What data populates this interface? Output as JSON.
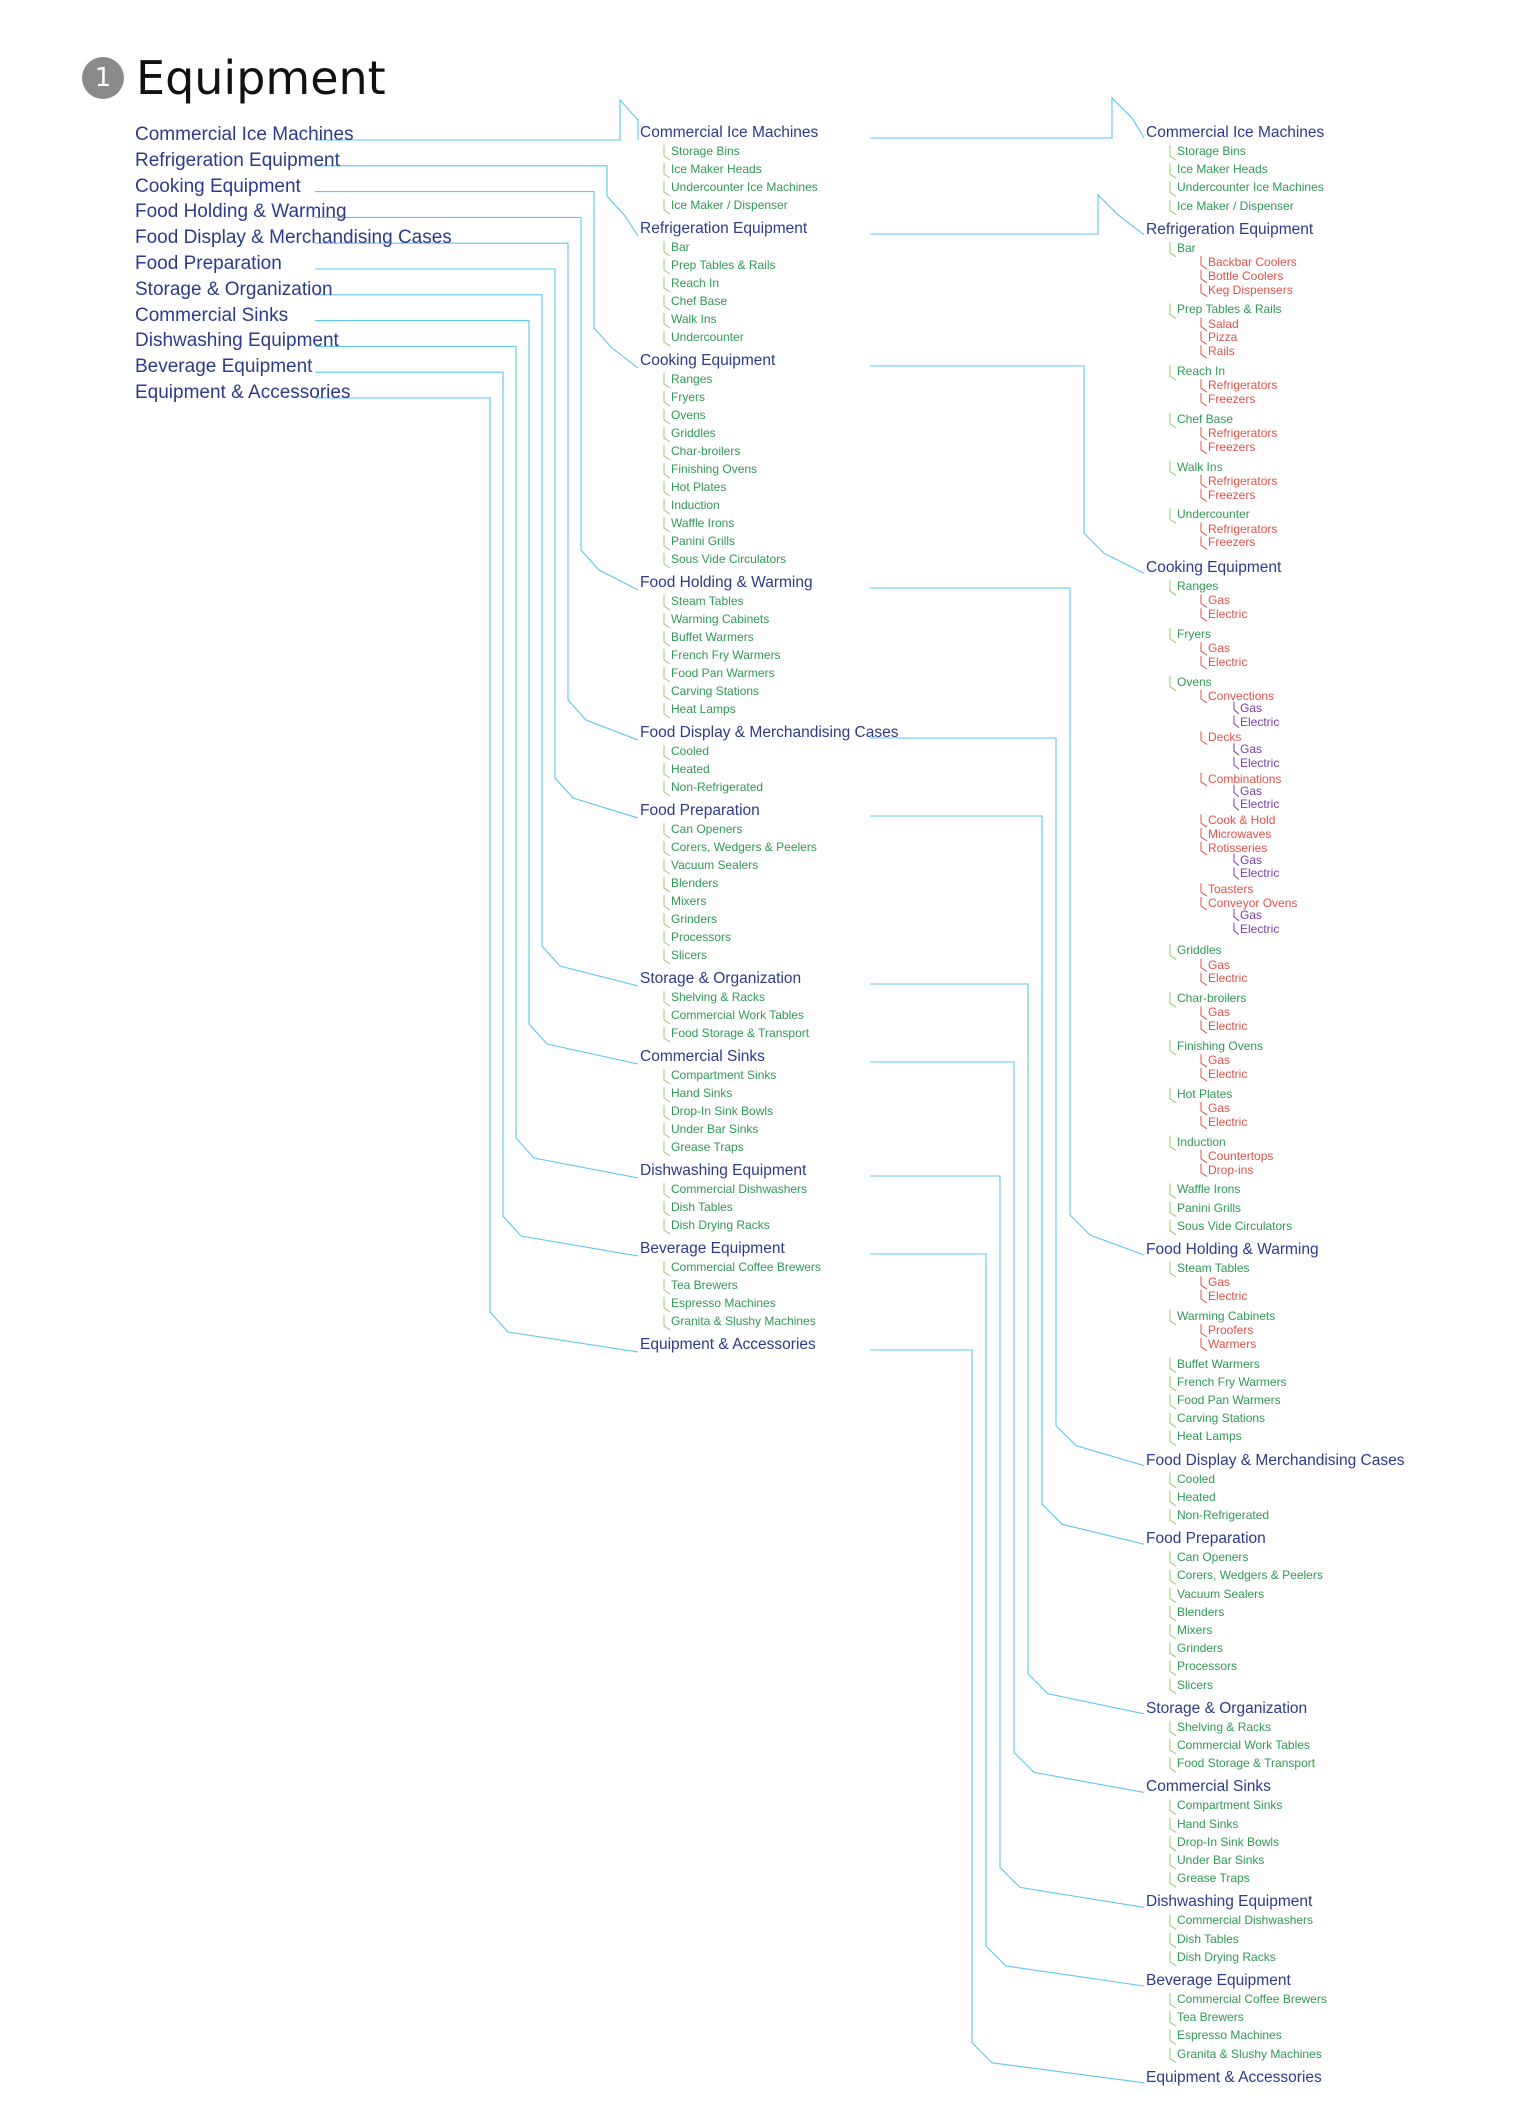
{
  "page": {
    "step": "1",
    "title": "Equipment"
  },
  "colors": {
    "connector": "#5ec6ee",
    "category": "#2e3a8c",
    "subcategory": "#2e9a55",
    "subcategory_line": "#9bc96a",
    "third_level": "#e0524a",
    "fourth_level": "#7a3fa8"
  },
  "tree": [
    {
      "name": "Commercial Ice Machines",
      "children": [
        {
          "name": "Storage Bins"
        },
        {
          "name": "Ice Maker Heads"
        },
        {
          "name": "Undercounter Ice Machines"
        },
        {
          "name": "Ice Maker / Dispenser"
        }
      ]
    },
    {
      "name": "Refrigeration Equipment",
      "children": [
        {
          "name": "Bar",
          "children": [
            {
              "name": "Backbar Coolers"
            },
            {
              "name": "Bottle Coolers"
            },
            {
              "name": "Keg Dispensers"
            }
          ]
        },
        {
          "name": "Prep Tables & Rails",
          "children": [
            {
              "name": "Salad"
            },
            {
              "name": "Pizza"
            },
            {
              "name": "Rails"
            }
          ]
        },
        {
          "name": "Reach In",
          "children": [
            {
              "name": "Refrigerators"
            },
            {
              "name": "Freezers"
            }
          ]
        },
        {
          "name": "Chef Base",
          "children": [
            {
              "name": "Refrigerators"
            },
            {
              "name": "Freezers"
            }
          ]
        },
        {
          "name": "Walk Ins",
          "children": [
            {
              "name": "Refrigerators"
            },
            {
              "name": "Freezers"
            }
          ]
        },
        {
          "name": "Undercounter",
          "children": [
            {
              "name": "Refrigerators"
            },
            {
              "name": "Freezers"
            }
          ]
        }
      ]
    },
    {
      "name": "Cooking Equipment",
      "children": [
        {
          "name": "Ranges",
          "children": [
            {
              "name": "Gas"
            },
            {
              "name": "Electric"
            }
          ]
        },
        {
          "name": "Fryers",
          "children": [
            {
              "name": "Gas"
            },
            {
              "name": "Electric"
            }
          ]
        },
        {
          "name": "Ovens",
          "children": [
            {
              "name": "Convections",
              "children": [
                {
                  "name": "Gas"
                },
                {
                  "name": "Electric"
                }
              ]
            },
            {
              "name": "Decks",
              "children": [
                {
                  "name": "Gas"
                },
                {
                  "name": "Electric"
                }
              ]
            },
            {
              "name": "Combinations",
              "children": [
                {
                  "name": "Gas"
                },
                {
                  "name": "Electric"
                }
              ]
            },
            {
              "name": "Cook & Hold"
            },
            {
              "name": "Microwaves"
            },
            {
              "name": "Rotisseries",
              "children": [
                {
                  "name": "Gas"
                },
                {
                  "name": "Electric"
                }
              ]
            },
            {
              "name": "Toasters"
            },
            {
              "name": "Conveyor Ovens",
              "children": [
                {
                  "name": "Gas"
                },
                {
                  "name": "Electric"
                }
              ]
            }
          ]
        },
        {
          "name": "Griddles",
          "children": [
            {
              "name": "Gas"
            },
            {
              "name": "Electric"
            }
          ]
        },
        {
          "name": "Char-broilers",
          "children": [
            {
              "name": "Gas"
            },
            {
              "name": "Electric"
            }
          ]
        },
        {
          "name": "Finishing Ovens",
          "children": [
            {
              "name": "Gas"
            },
            {
              "name": "Electric"
            }
          ]
        },
        {
          "name": "Hot Plates",
          "children": [
            {
              "name": "Gas"
            },
            {
              "name": "Electric"
            }
          ]
        },
        {
          "name": "Induction",
          "children": [
            {
              "name": "Countertops"
            },
            {
              "name": "Drop-ins"
            }
          ]
        },
        {
          "name": "Waffle Irons"
        },
        {
          "name": "Panini Grills"
        },
        {
          "name": "Sous Vide Circulators"
        }
      ]
    },
    {
      "name": "Food Holding & Warming",
      "children": [
        {
          "name": "Steam Tables",
          "children": [
            {
              "name": "Gas"
            },
            {
              "name": "Electric"
            }
          ]
        },
        {
          "name": "Warming Cabinets",
          "children": [
            {
              "name": "Proofers"
            },
            {
              "name": "Warmers"
            }
          ]
        },
        {
          "name": "Buffet Warmers"
        },
        {
          "name": "French Fry Warmers"
        },
        {
          "name": "Food Pan Warmers"
        },
        {
          "name": "Carving Stations"
        },
        {
          "name": "Heat Lamps"
        }
      ]
    },
    {
      "name": "Food Display & Merchandising Cases",
      "children": [
        {
          "name": "Cooled"
        },
        {
          "name": "Heated"
        },
        {
          "name": "Non-Refrigerated"
        }
      ]
    },
    {
      "name": "Food Preparation",
      "children": [
        {
          "name": "Can Openers"
        },
        {
          "name": "Corers, Wedgers & Peelers"
        },
        {
          "name": "Vacuum Sealers"
        },
        {
          "name": "Blenders"
        },
        {
          "name": "Mixers"
        },
        {
          "name": "Grinders"
        },
        {
          "name": "Processors"
        },
        {
          "name": "Slicers"
        }
      ]
    },
    {
      "name": "Storage & Organization",
      "children": [
        {
          "name": "Shelving & Racks"
        },
        {
          "name": "Commercial Work Tables"
        },
        {
          "name": "Food Storage & Transport"
        }
      ]
    },
    {
      "name": "Commercial Sinks",
      "children": [
        {
          "name": "Compartment Sinks"
        },
        {
          "name": "Hand Sinks"
        },
        {
          "name": "Drop-In Sink Bowls"
        },
        {
          "name": "Under Bar Sinks"
        },
        {
          "name": "Grease Traps"
        }
      ]
    },
    {
      "name": "Dishwashing Equipment",
      "children": [
        {
          "name": "Commercial Dishwashers"
        },
        {
          "name": "Dish Tables"
        },
        {
          "name": "Dish Drying Racks"
        }
      ]
    },
    {
      "name": "Beverage Equipment",
      "children": [
        {
          "name": "Commercial Coffee Brewers"
        },
        {
          "name": "Tea Brewers"
        },
        {
          "name": "Espresso Machines"
        },
        {
          "name": "Granita & Slushy Machines"
        }
      ]
    },
    {
      "name": "Equipment & Accessories",
      "children": []
    }
  ]
}
